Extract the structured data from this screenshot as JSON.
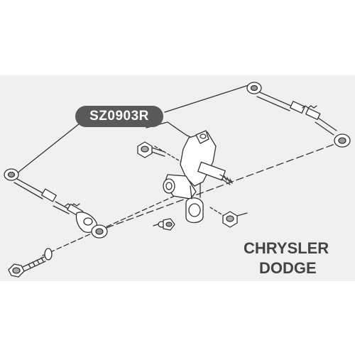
{
  "part_number": "SZ0903R",
  "makers": [
    "CHRYSLER",
    "DODGE"
  ],
  "colors": {
    "panel_background": "#f0f0f0",
    "badge_background": "#595959",
    "badge_text": "#ffffff",
    "line_art": "#333333",
    "maker_text": "#444444"
  }
}
